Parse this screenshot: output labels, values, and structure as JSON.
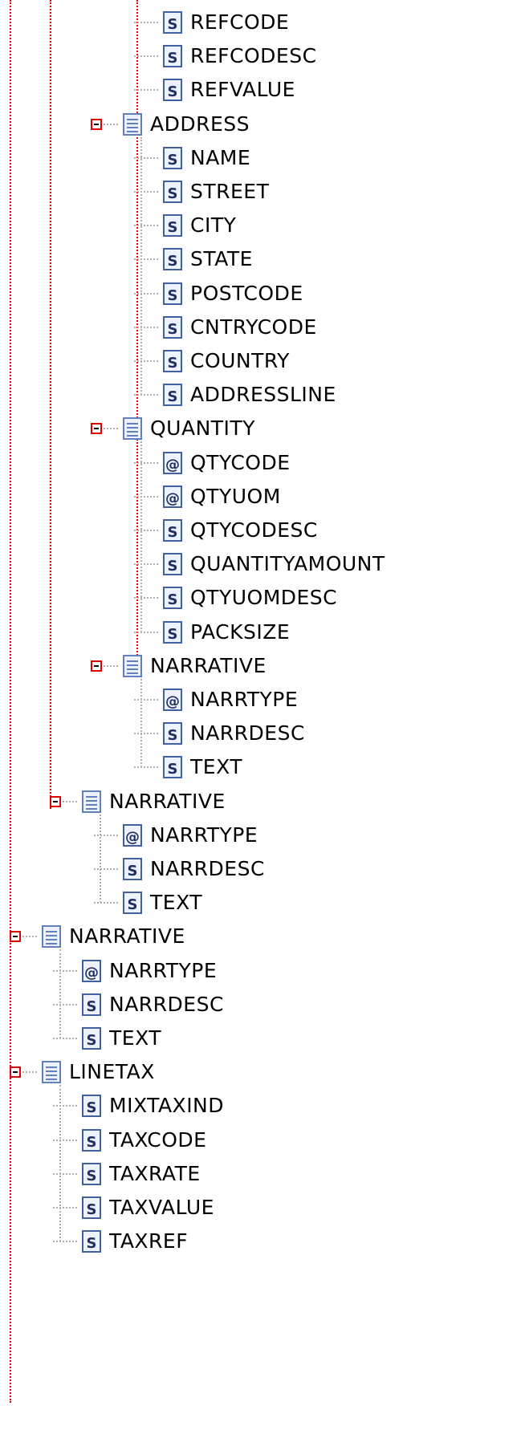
{
  "tree": [
    {
      "label": "REFCODE",
      "type": "simple"
    },
    {
      "label": "REFCODESC",
      "type": "simple"
    },
    {
      "label": "REFVALUE",
      "type": "simple"
    },
    {
      "label": "ADDRESS",
      "type": "complex",
      "children": [
        {
          "label": "NAME",
          "type": "simple"
        },
        {
          "label": "STREET",
          "type": "simple"
        },
        {
          "label": "CITY",
          "type": "simple"
        },
        {
          "label": "STATE",
          "type": "simple"
        },
        {
          "label": "POSTCODE",
          "type": "simple"
        },
        {
          "label": "CNTRYCODE",
          "type": "simple"
        },
        {
          "label": "COUNTRY",
          "type": "simple"
        },
        {
          "label": "ADDRESSLINE",
          "type": "simple"
        }
      ]
    },
    {
      "label": "QUANTITY",
      "type": "complex",
      "children": [
        {
          "label": "QTYCODE",
          "type": "attribute"
        },
        {
          "label": "QTYUOM",
          "type": "attribute"
        },
        {
          "label": "QTYCODESC",
          "type": "simple"
        },
        {
          "label": "QUANTITYAMOUNT",
          "type": "simple"
        },
        {
          "label": "QTYUOMDESC",
          "type": "simple"
        },
        {
          "label": "PACKSIZE",
          "type": "simple"
        }
      ]
    },
    {
      "label": "NARRATIVE",
      "type": "complex",
      "children": [
        {
          "label": "NARRTYPE",
          "type": "attribute"
        },
        {
          "label": "NARRDESC",
          "type": "simple"
        },
        {
          "label": "TEXT",
          "type": "simple"
        }
      ]
    },
    {
      "label": "NARRATIVE",
      "type": "complex",
      "children": [
        {
          "label": "NARRTYPE",
          "type": "attribute"
        },
        {
          "label": "NARRDESC",
          "type": "simple"
        },
        {
          "label": "TEXT",
          "type": "simple"
        }
      ]
    },
    {
      "label": "NARRATIVE",
      "type": "complex",
      "children": [
        {
          "label": "NARRTYPE",
          "type": "attribute"
        },
        {
          "label": "NARRDESC",
          "type": "simple"
        },
        {
          "label": "TEXT",
          "type": "simple"
        }
      ]
    },
    {
      "label": "LINETAX",
      "type": "complex",
      "children": [
        {
          "label": "MIXTAXIND",
          "type": "simple"
        },
        {
          "label": "TAXCODE",
          "type": "simple"
        },
        {
          "label": "TAXRATE",
          "type": "simple"
        },
        {
          "label": "TAXVALUE",
          "type": "simple"
        },
        {
          "label": "TAXREF",
          "type": "simple"
        }
      ]
    }
  ]
}
